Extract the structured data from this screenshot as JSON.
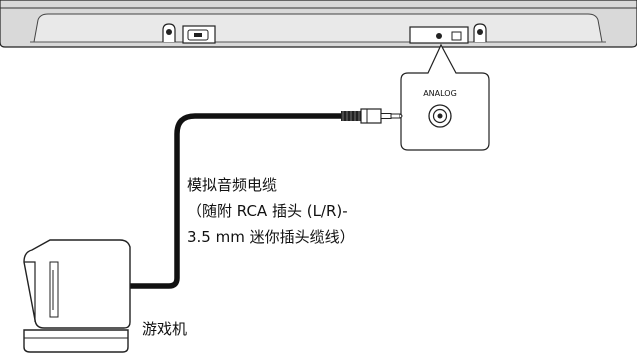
{
  "port_label": "ANALOG",
  "cable_caption": {
    "line1": "模拟音频电缆",
    "line2": "（随附 RCA 插头 (L/R)-",
    "line3": "3.5 mm 迷你插头缆线）"
  },
  "device_label": "游戏机"
}
